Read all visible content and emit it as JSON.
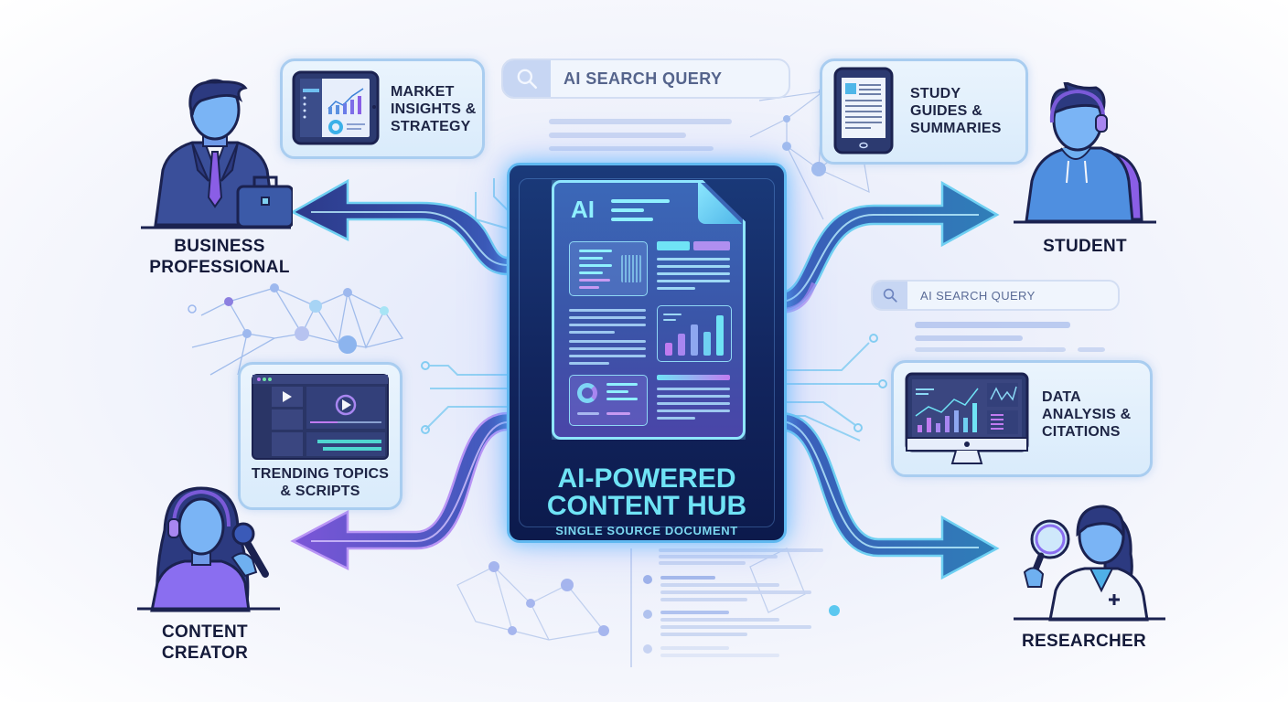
{
  "hub": {
    "doc_badge": "AI",
    "title_line1": "AI-POWERED",
    "title_line2": "CONTENT HUB",
    "subtitle": "SINGLE SOURCE DOCUMENT"
  },
  "search_bars": [
    {
      "label": "AI SEARCH QUERY",
      "icon": "search-icon"
    },
    {
      "label": "AI SEARCH QUERY",
      "icon": "search-icon"
    }
  ],
  "personas": [
    {
      "id": "business",
      "label_line1": "BUSINESS",
      "label_line2": "PROFESSIONAL",
      "icon": "businessman-icon",
      "bubble": {
        "line1": "MARKET",
        "line2": "INSIGHTS &",
        "line3": "STRATEGY",
        "icon": "tablet-dashboard-icon"
      }
    },
    {
      "id": "student",
      "label_line1": "STUDENT",
      "icon": "student-icon",
      "bubble": {
        "line1": "STUDY",
        "line2": "GUIDES &",
        "line3": "SUMMARIES",
        "icon": "ereader-icon"
      }
    },
    {
      "id": "creator",
      "label_line1": "CONTENT",
      "label_line2": "CREATOR",
      "icon": "creator-with-microphone-icon",
      "bubble": {
        "line1": "TRENDING TOPICS",
        "line2": "& SCRIPTS",
        "icon": "video-editor-icon"
      }
    },
    {
      "id": "researcher",
      "label_line1": "RESEARCHER",
      "icon": "researcher-with-magnifier-icon",
      "bubble": {
        "line1": "DATA",
        "line2": "ANALYSIS &",
        "line3": "CITATIONS",
        "icon": "monitor-chart-icon"
      }
    }
  ],
  "colors": {
    "hub_bg": "#12255e",
    "hub_glow": "#5fb8f0",
    "hub_text": "#6fe3f5",
    "arrow_dark": "#2c3f8f",
    "arrow_purple": "#8a5ee6",
    "arrow_cyan": "#69d4f5",
    "label_text": "#141a3a",
    "bubble_border": "#a9cdf0"
  }
}
